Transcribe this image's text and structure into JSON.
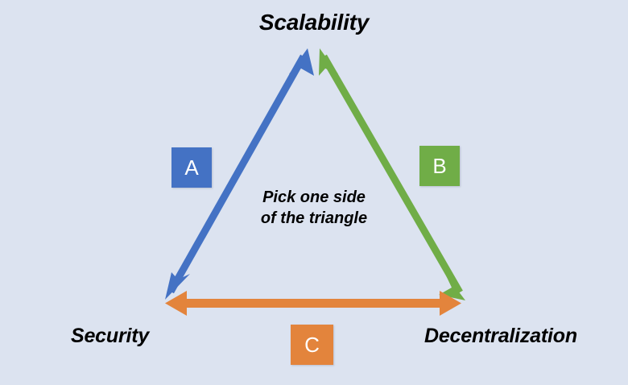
{
  "diagram": {
    "title_vertex": "Scalability",
    "background_color": "#dce3f0",
    "center_note": {
      "line1": "Pick one side",
      "line2": "of the triangle"
    },
    "vertices": [
      {
        "id": "top",
        "label": "Scalability"
      },
      {
        "id": "bottom-left",
        "label": "Security"
      },
      {
        "id": "bottom-right",
        "label": "Decentralization"
      }
    ],
    "vertex_labels": {
      "top": "Scalability",
      "bottom_left": "Security",
      "bottom_right": "Decentralization"
    },
    "sides": [
      {
        "key": "A",
        "label": "A",
        "color": "#4472c4",
        "connects": "Security ↔ Scalability",
        "arrow": "double-headed"
      },
      {
        "key": "B",
        "label": "B",
        "color": "#70ad47",
        "connects": "Scalability ↔ Decentralization",
        "arrow": "double-headed"
      },
      {
        "key": "C",
        "label": "C",
        "color": "#e3843c",
        "connects": "Security ↔ Decentralization",
        "arrow": "double-headed"
      }
    ]
  }
}
